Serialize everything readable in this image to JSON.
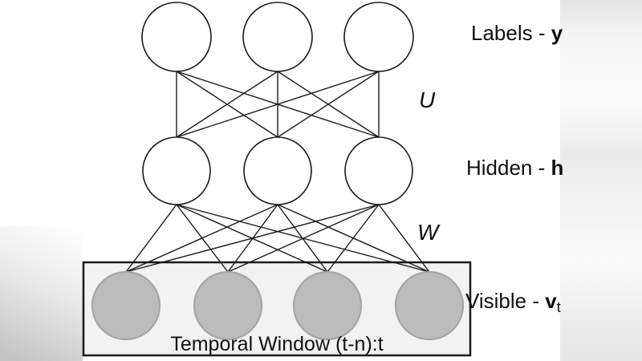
{
  "labels": {
    "labels_layer_prefix": "Labels - ",
    "labels_layer_symbol": "y",
    "hidden_layer_prefix": "Hidden - ",
    "hidden_layer_symbol": "h",
    "visible_layer_prefix": "Visible - ",
    "visible_layer_symbol": "v",
    "visible_layer_subscript": "t",
    "weight_u": "U",
    "weight_w": "W",
    "temporal_window": "Temporal Window (t-n):t"
  },
  "diagram": {
    "type": "neural-network",
    "layers": [
      {
        "id": "labels",
        "name": "Labels",
        "symbol": "y",
        "node_count": 3,
        "node_style": "white-outline"
      },
      {
        "id": "hidden",
        "name": "Hidden",
        "symbol": "h",
        "node_count": 3,
        "node_style": "white-outline"
      },
      {
        "id": "visible",
        "name": "Visible",
        "symbol": "v",
        "symbol_subscript": "t",
        "node_count": 4,
        "node_style": "gray-filled"
      }
    ],
    "weights": [
      {
        "label": "U",
        "connects": [
          "labels",
          "hidden"
        ],
        "topology": "full-bipartite",
        "edge_count": 9
      },
      {
        "label": "W",
        "connects": [
          "hidden",
          "visible"
        ],
        "topology": "full-bipartite",
        "edge_count": 12
      }
    ],
    "container": {
      "label": "Temporal Window (t-n):t",
      "holds_layer": "visible"
    }
  },
  "colors": {
    "background": "#ffffff",
    "node_outline": "#1a1a1a",
    "node_fill": "#ffffff",
    "visible_node_fill": "#bcbcbc",
    "visible_node_stroke": "#a6a6a6",
    "box_fill": "#f2f2f2",
    "box_stroke": "#1a1a1a",
    "connection": "#1a1a1a",
    "text": "#111111",
    "edge_band": "#e7e7e7"
  }
}
